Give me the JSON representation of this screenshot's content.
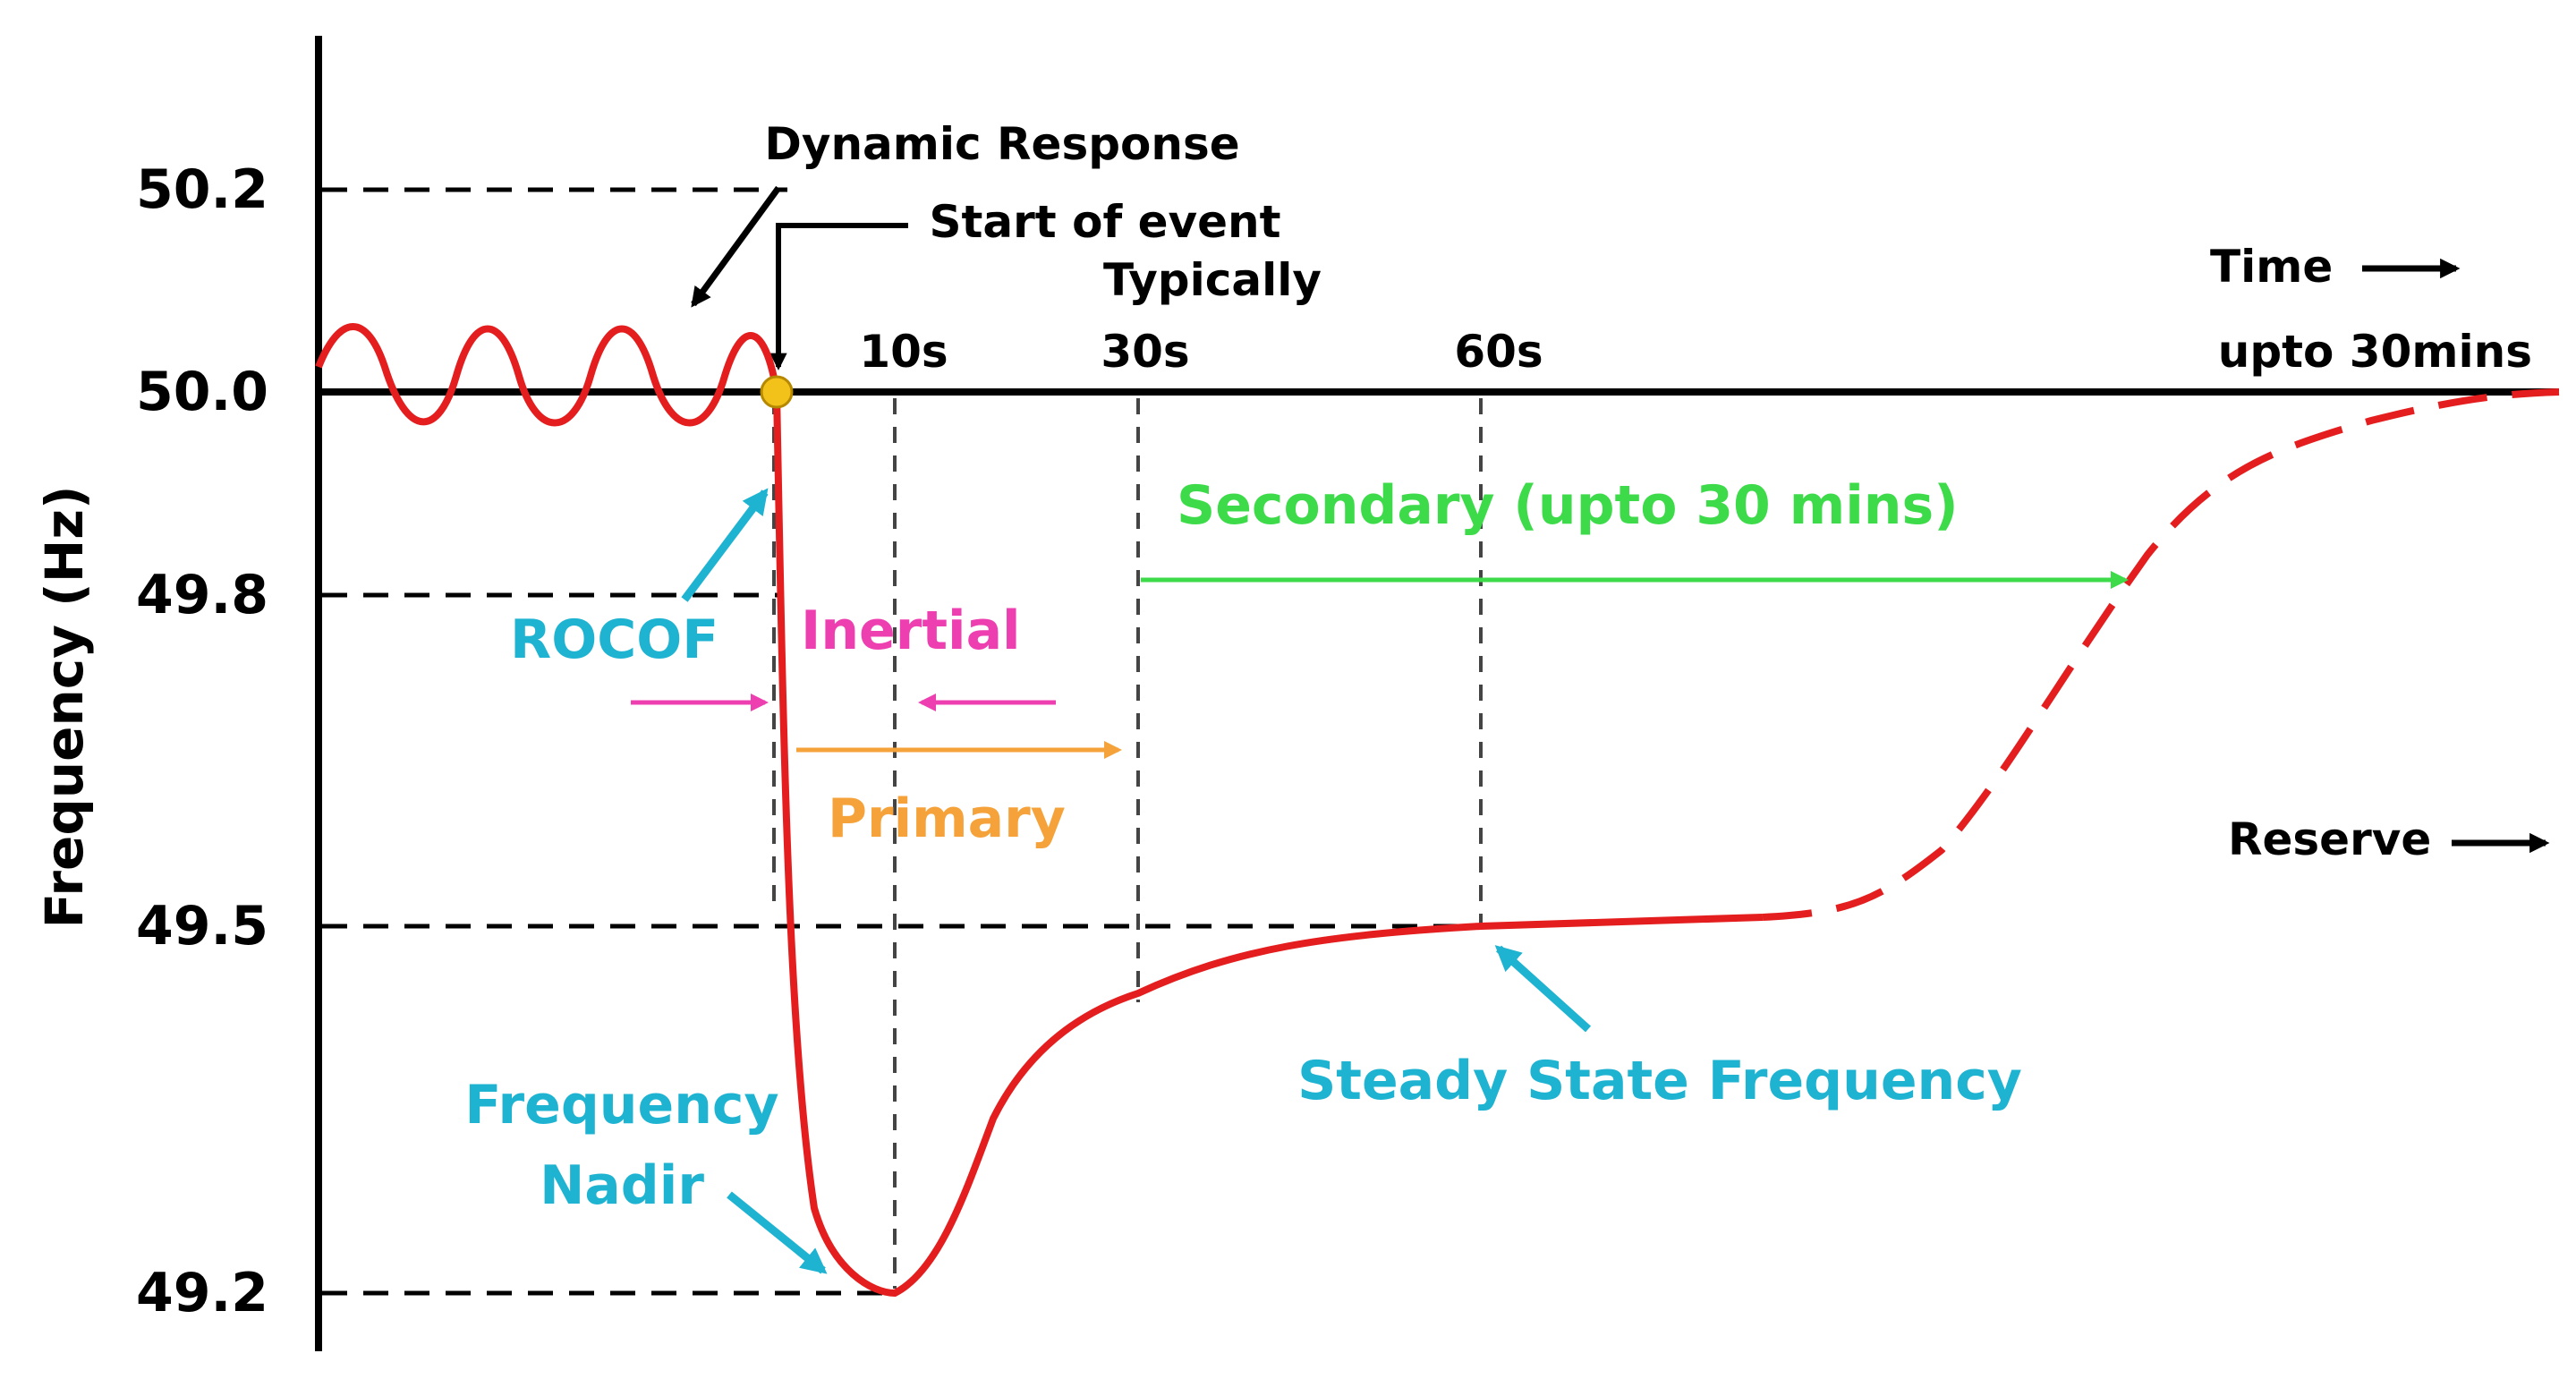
{
  "axes": {
    "y_label": "Frequency (Hz)",
    "y_ticks": [
      "50.2",
      "50.0",
      "49.8",
      "49.5",
      "49.2"
    ],
    "x_ticks": [
      "10s",
      "30s",
      "60s",
      "upto 30mins"
    ],
    "typically": "Typically",
    "time": "Time",
    "reserve": "Reserve"
  },
  "annotations": {
    "dynamic_response": "Dynamic Response",
    "start_of_event": "Start of event",
    "rocof": "ROCOF",
    "inertial": "Inertial",
    "primary": "Primary",
    "secondary": "Secondary (upto 30 mins)",
    "frequency": "Frequency",
    "nadir": "Nadir",
    "steady_state": "Steady State Frequency"
  },
  "colors": {
    "curve": "#e41e1e",
    "rocof": "#1fb3d2",
    "inertial": "#ee3fb0",
    "primary": "#f5a23a",
    "secondary": "#3ddb4a",
    "marker": "#f2c11a"
  }
}
